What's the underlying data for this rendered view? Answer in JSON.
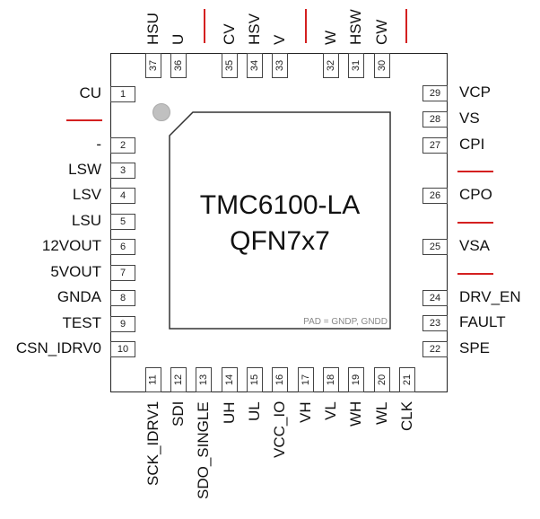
{
  "chip": {
    "name": "TMC6100-LA",
    "package": "QFN7x7",
    "pad_note": "PAD = GNDP, GNDD"
  },
  "colors": {
    "separator": "#d42020",
    "pin1_marker": "#c0c0c0",
    "outline": "#222222"
  },
  "pins": {
    "left": [
      {
        "num": "1",
        "label": "CU"
      },
      {
        "num": "2",
        "label": "-"
      },
      {
        "num": "3",
        "label": "LSW"
      },
      {
        "num": "4",
        "label": "LSV"
      },
      {
        "num": "5",
        "label": "LSU"
      },
      {
        "num": "6",
        "label": "12VOUT"
      },
      {
        "num": "7",
        "label": "5VOUT"
      },
      {
        "num": "8",
        "label": "GNDA"
      },
      {
        "num": "9",
        "label": "TEST"
      },
      {
        "num": "10",
        "label": "CSN_IDRV0"
      }
    ],
    "bottom": [
      {
        "num": "11",
        "label": "SCK_IDRV1"
      },
      {
        "num": "12",
        "label": "SDI"
      },
      {
        "num": "13",
        "label": "SDO_SINGLE"
      },
      {
        "num": "14",
        "label": "UH"
      },
      {
        "num": "15",
        "label": "UL"
      },
      {
        "num": "16",
        "label": "VCC_IO"
      },
      {
        "num": "17",
        "label": "VH"
      },
      {
        "num": "18",
        "label": "VL"
      },
      {
        "num": "19",
        "label": "WH"
      },
      {
        "num": "20",
        "label": "WL"
      },
      {
        "num": "21",
        "label": "CLK"
      }
    ],
    "right": [
      {
        "num": "22",
        "label": "SPE"
      },
      {
        "num": "23",
        "label": "FAULT"
      },
      {
        "num": "24",
        "label": "DRV_EN"
      },
      {
        "num": "25",
        "label": "VSA"
      },
      {
        "num": "26",
        "label": "CPO"
      },
      {
        "num": "27",
        "label": "CPI"
      },
      {
        "num": "28",
        "label": "VS"
      },
      {
        "num": "29",
        "label": "VCP"
      }
    ],
    "top": [
      {
        "num": "30",
        "label": "CW"
      },
      {
        "num": "31",
        "label": "HSW"
      },
      {
        "num": "32",
        "label": "W"
      },
      {
        "num": "33",
        "label": "V"
      },
      {
        "num": "34",
        "label": "HSV"
      },
      {
        "num": "35",
        "label": "CV"
      },
      {
        "num": "36",
        "label": "U"
      },
      {
        "num": "37",
        "label": "HSU"
      }
    ]
  }
}
